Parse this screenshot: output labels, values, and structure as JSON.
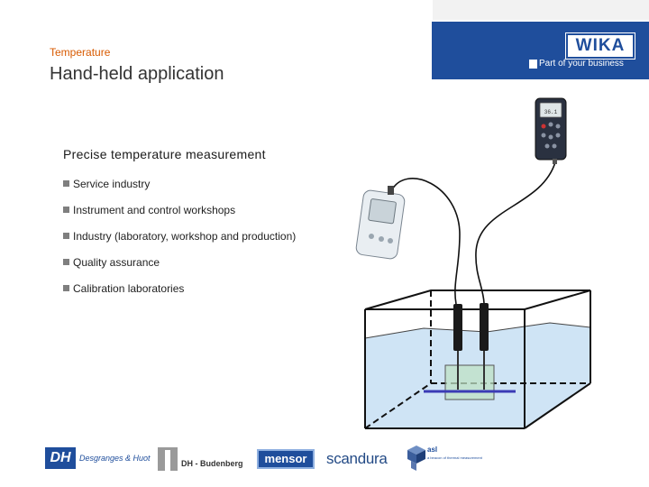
{
  "header": {
    "section_label": "Temperature",
    "title": "Hand-held application"
  },
  "brand": {
    "logo_text": "WIKA",
    "tagline": "Part of your business",
    "color": "#1f4e9c"
  },
  "content": {
    "heading": "Precise temperature measurement",
    "bullets": [
      "Service industry",
      "Instrument and control workshops",
      "Industry (laboratory, workshop and production)",
      "Quality assurance",
      "Calibration laboratories"
    ]
  },
  "illustration": {
    "device_display": "36.1"
  },
  "partners": {
    "dh_mark": "DH",
    "dh_name": "Desgranges & Huot",
    "dhb_name": "DH - Budenberg",
    "mensor": "mensor",
    "scandura": "scandura",
    "asl_name": "asl",
    "asl_sub": "a beacon of thermal measurement"
  },
  "colors": {
    "accent_orange": "#d85a00",
    "bullet_gray": "#7f7f7f",
    "water": "#cfe4f5"
  }
}
